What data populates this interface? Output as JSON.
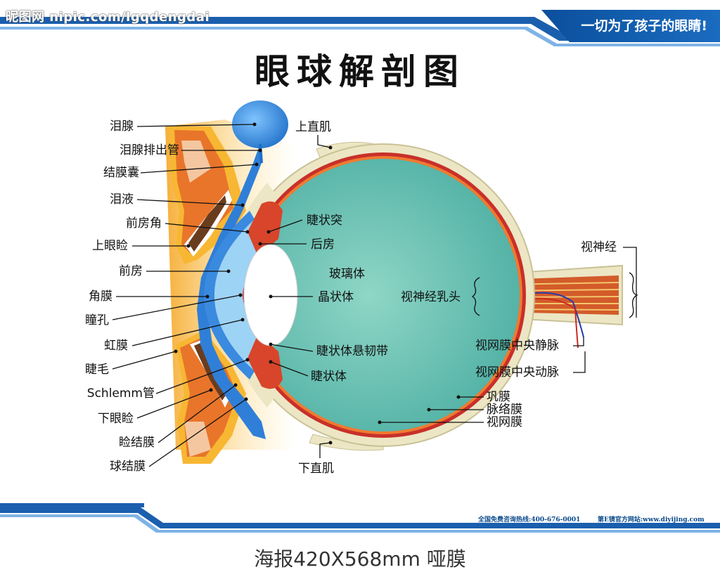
{
  "watermark": "昵图网 nipic.com/lgqdengdai",
  "slogan": "一切为了孩子的眼睛!",
  "title": "眼球解剖图",
  "labels_left": [
    "泪腺",
    "泪腺排出管",
    "结膜囊",
    "泪液",
    "前房角",
    "上眼睑",
    "前房",
    "角膜",
    "瞳孔",
    "虹膜",
    "睫毛",
    "Schlemm管",
    "下眼睑",
    "睑结膜",
    "球结膜"
  ],
  "labels_center": {
    "superior_rectus": "上直肌",
    "ciliary_process": "睫状突",
    "posterior_chamber": "后房",
    "vitreous": "玻璃体",
    "lens": "晶状体",
    "zonule": "睫状体悬韧带",
    "ciliary_body": "睫状体",
    "inferior_rectus": "下直肌",
    "optic_papilla": "视神经乳头",
    "sclera": "巩膜",
    "choroid": "脉络膜",
    "retina": "视网膜"
  },
  "labels_right": {
    "optic_nerve": "视神经",
    "central_vein": "视网膜中央静脉",
    "central_artery": "视网膜中央动脉"
  },
  "footer": {
    "hotline": "全国免费咨询热线:400-676-0001",
    "website": "第E镜官方网站:www.diyijing.com"
  },
  "caption": "海报420X568mm 哑膜",
  "colors": {
    "brand_blue": "#1a5fae",
    "vitreous": "#6cc4b4",
    "sclera": "#ece6c4",
    "retina_red": "#c8302a"
  }
}
